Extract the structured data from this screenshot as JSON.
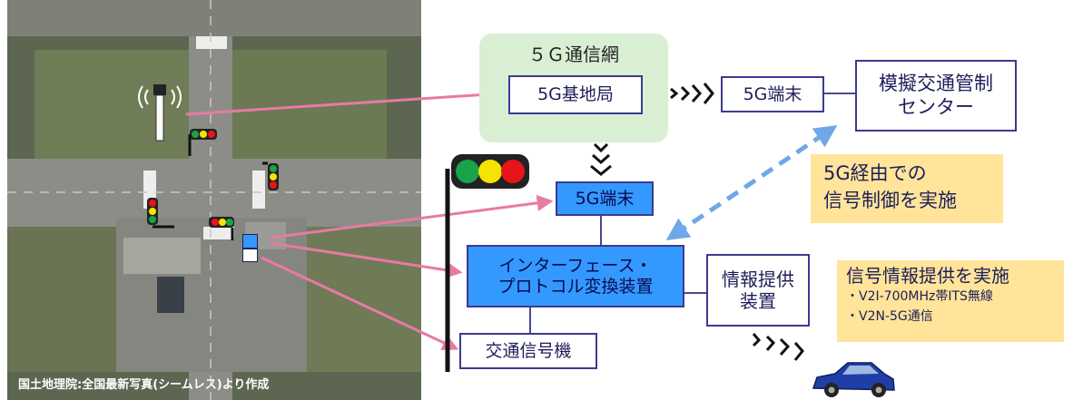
{
  "credit": "国土地理院:全国最新写真(シームレス)より作成",
  "network_title": "５Ｇ通信網",
  "base_station": "5G基地局",
  "terminal_top": "5G端末",
  "control_center_line1": "模擬交通管制",
  "control_center_line2": "センター",
  "note_control_line1": "5G経由での",
  "note_control_line2": "信号制御を実施",
  "terminal_mid": "5G端末",
  "interface_line1": "インターフェース・",
  "interface_line2": "プロトコル変換装置",
  "info_device_line1": "情報提供",
  "info_device_line2": "装置",
  "info_title": "信号情報提供を実施",
  "info_item1": "・V2I-700MHz帯ITS無線",
  "info_item2": "・V2N-5G通信",
  "signal_controller": "交通信号機",
  "colors": {
    "box_border": "#3b3b8f",
    "terminal_blue": "#3399ff",
    "panel_green": "#d8efd3",
    "note_yellow": "#ffe499",
    "arrow_pink": "#e87aa4",
    "dashed_blue": "#6fa8e8"
  }
}
